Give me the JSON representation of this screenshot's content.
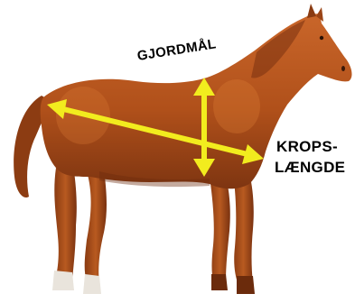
{
  "labels": {
    "girth": "GJORDMÅL",
    "body_length_line1": "KROPS-",
    "body_length_line2": "LÆNGDE"
  },
  "colors": {
    "arrow": "#f2ec1e",
    "coat": "#b5541b",
    "coat_dark": "#7a3210",
    "coat_light": "#d97a35",
    "socks": "#e9e4dc",
    "label_text": "#000000"
  }
}
